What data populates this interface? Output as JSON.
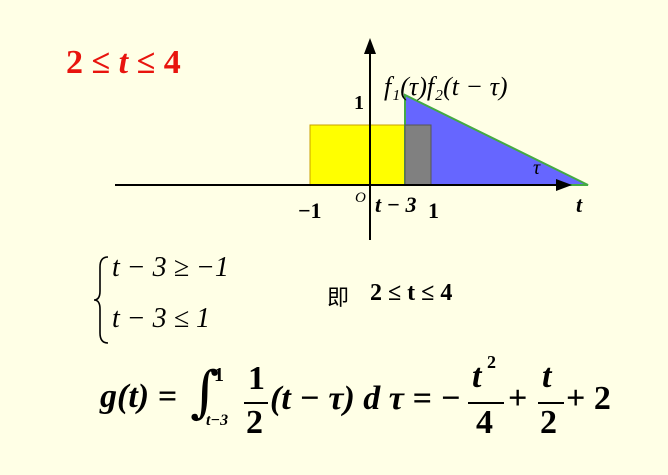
{
  "condition": {
    "left": "2",
    "op1": "≤",
    "var": "t",
    "op2": "≤",
    "right": "4"
  },
  "graph": {
    "axis_t": "t",
    "axis_tau": "τ",
    "origin": "O",
    "y_tick_1": "1",
    "x_tick_neg1": "−1",
    "x_tick_t3": "t − 3",
    "x_tick_1": "1",
    "curve_label": "f₁(τ)f₂(t − τ)",
    "colors": {
      "rect": "#FFFF00",
      "triangle": "#6666FF",
      "overlap": "#808080"
    }
  },
  "system": {
    "line1": "t − 3 ≥ −1",
    "line2": "t − 3 ≤ 1"
  },
  "ji": {
    "word": "即",
    "cond": "2 ≤ t ≤ 4"
  },
  "formula": {
    "lhs": "g(t) =",
    "int_upper": "1",
    "int_lower": "t−3",
    "frac1_num": "1",
    "frac1_den": "2",
    "integrand": "(t − τ) d τ = −",
    "frac2_num": "t",
    "frac2_sup": "2",
    "frac2_den": "4",
    "plus1": "+",
    "frac3_num": "t",
    "frac3_den": "2",
    "tail": "+ 2"
  }
}
